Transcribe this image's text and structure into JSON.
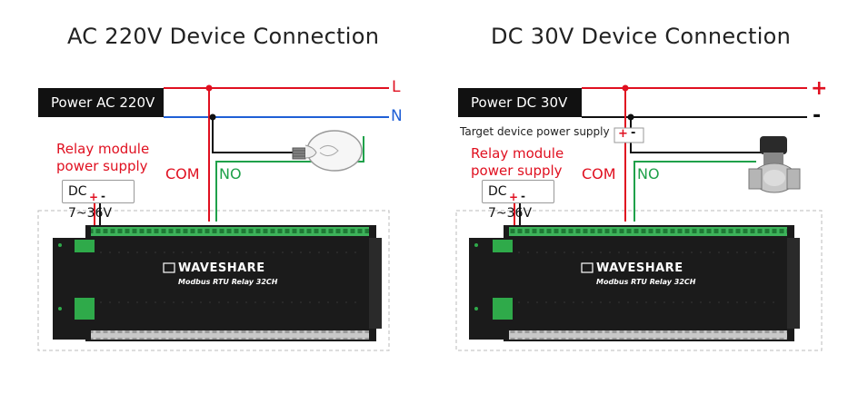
{
  "left": {
    "title": "AC 220V Device Connection",
    "power_label": "Power AC 220V",
    "line_l": "L",
    "line_n": "N",
    "relay_supply": [
      "Relay module",
      "power supply"
    ],
    "dc_range": "DC 7~36V",
    "plus": "+",
    "minus": "-",
    "com": "COM",
    "no": "NO",
    "brand": "WAVESHARE",
    "model": "Modbus RTU Relay 32CH",
    "load_icon": "light-bulb-icon"
  },
  "right": {
    "title": "DC 30V Device Connection",
    "power_label": "Power DC 30V",
    "line_plus": "+",
    "line_minus": "-",
    "target_supply": "Target device power supply",
    "relay_supply": [
      "Relay module",
      "power supply"
    ],
    "dc_range": "DC 7~36V",
    "plus": "+",
    "minus": "-",
    "com": "COM",
    "no": "NO",
    "brand": "WAVESHARE",
    "model": "Modbus RTU Relay 32CH",
    "load_icon": "solenoid-valve-icon"
  },
  "colors": {
    "live": "#e01020",
    "neutral": "#1f5fd6",
    "switched": "#1fa14a",
    "board": "#1b1b1b",
    "terminal": "#2faa4a"
  }
}
